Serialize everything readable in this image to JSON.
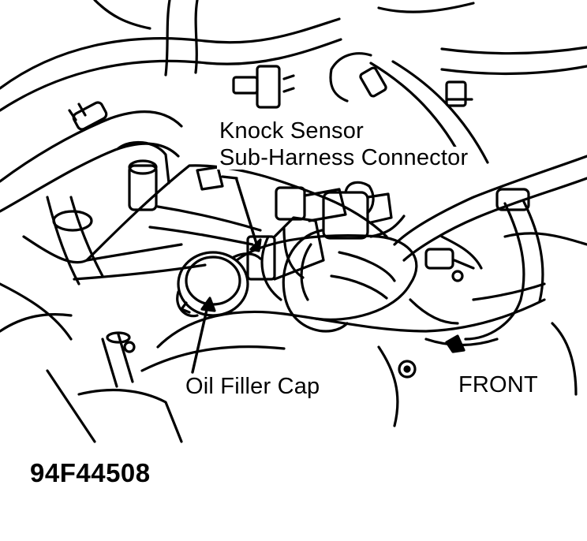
{
  "labels": {
    "knock_sensor_line1": "Knock Sensor",
    "knock_sensor_line2": "Sub-Harness Connector",
    "oil_filler_cap": "Oil Filler Cap",
    "front": "FRONT"
  },
  "figure_id": "94F44508",
  "colors": {
    "ink": "#000000",
    "paper": "#ffffff"
  }
}
